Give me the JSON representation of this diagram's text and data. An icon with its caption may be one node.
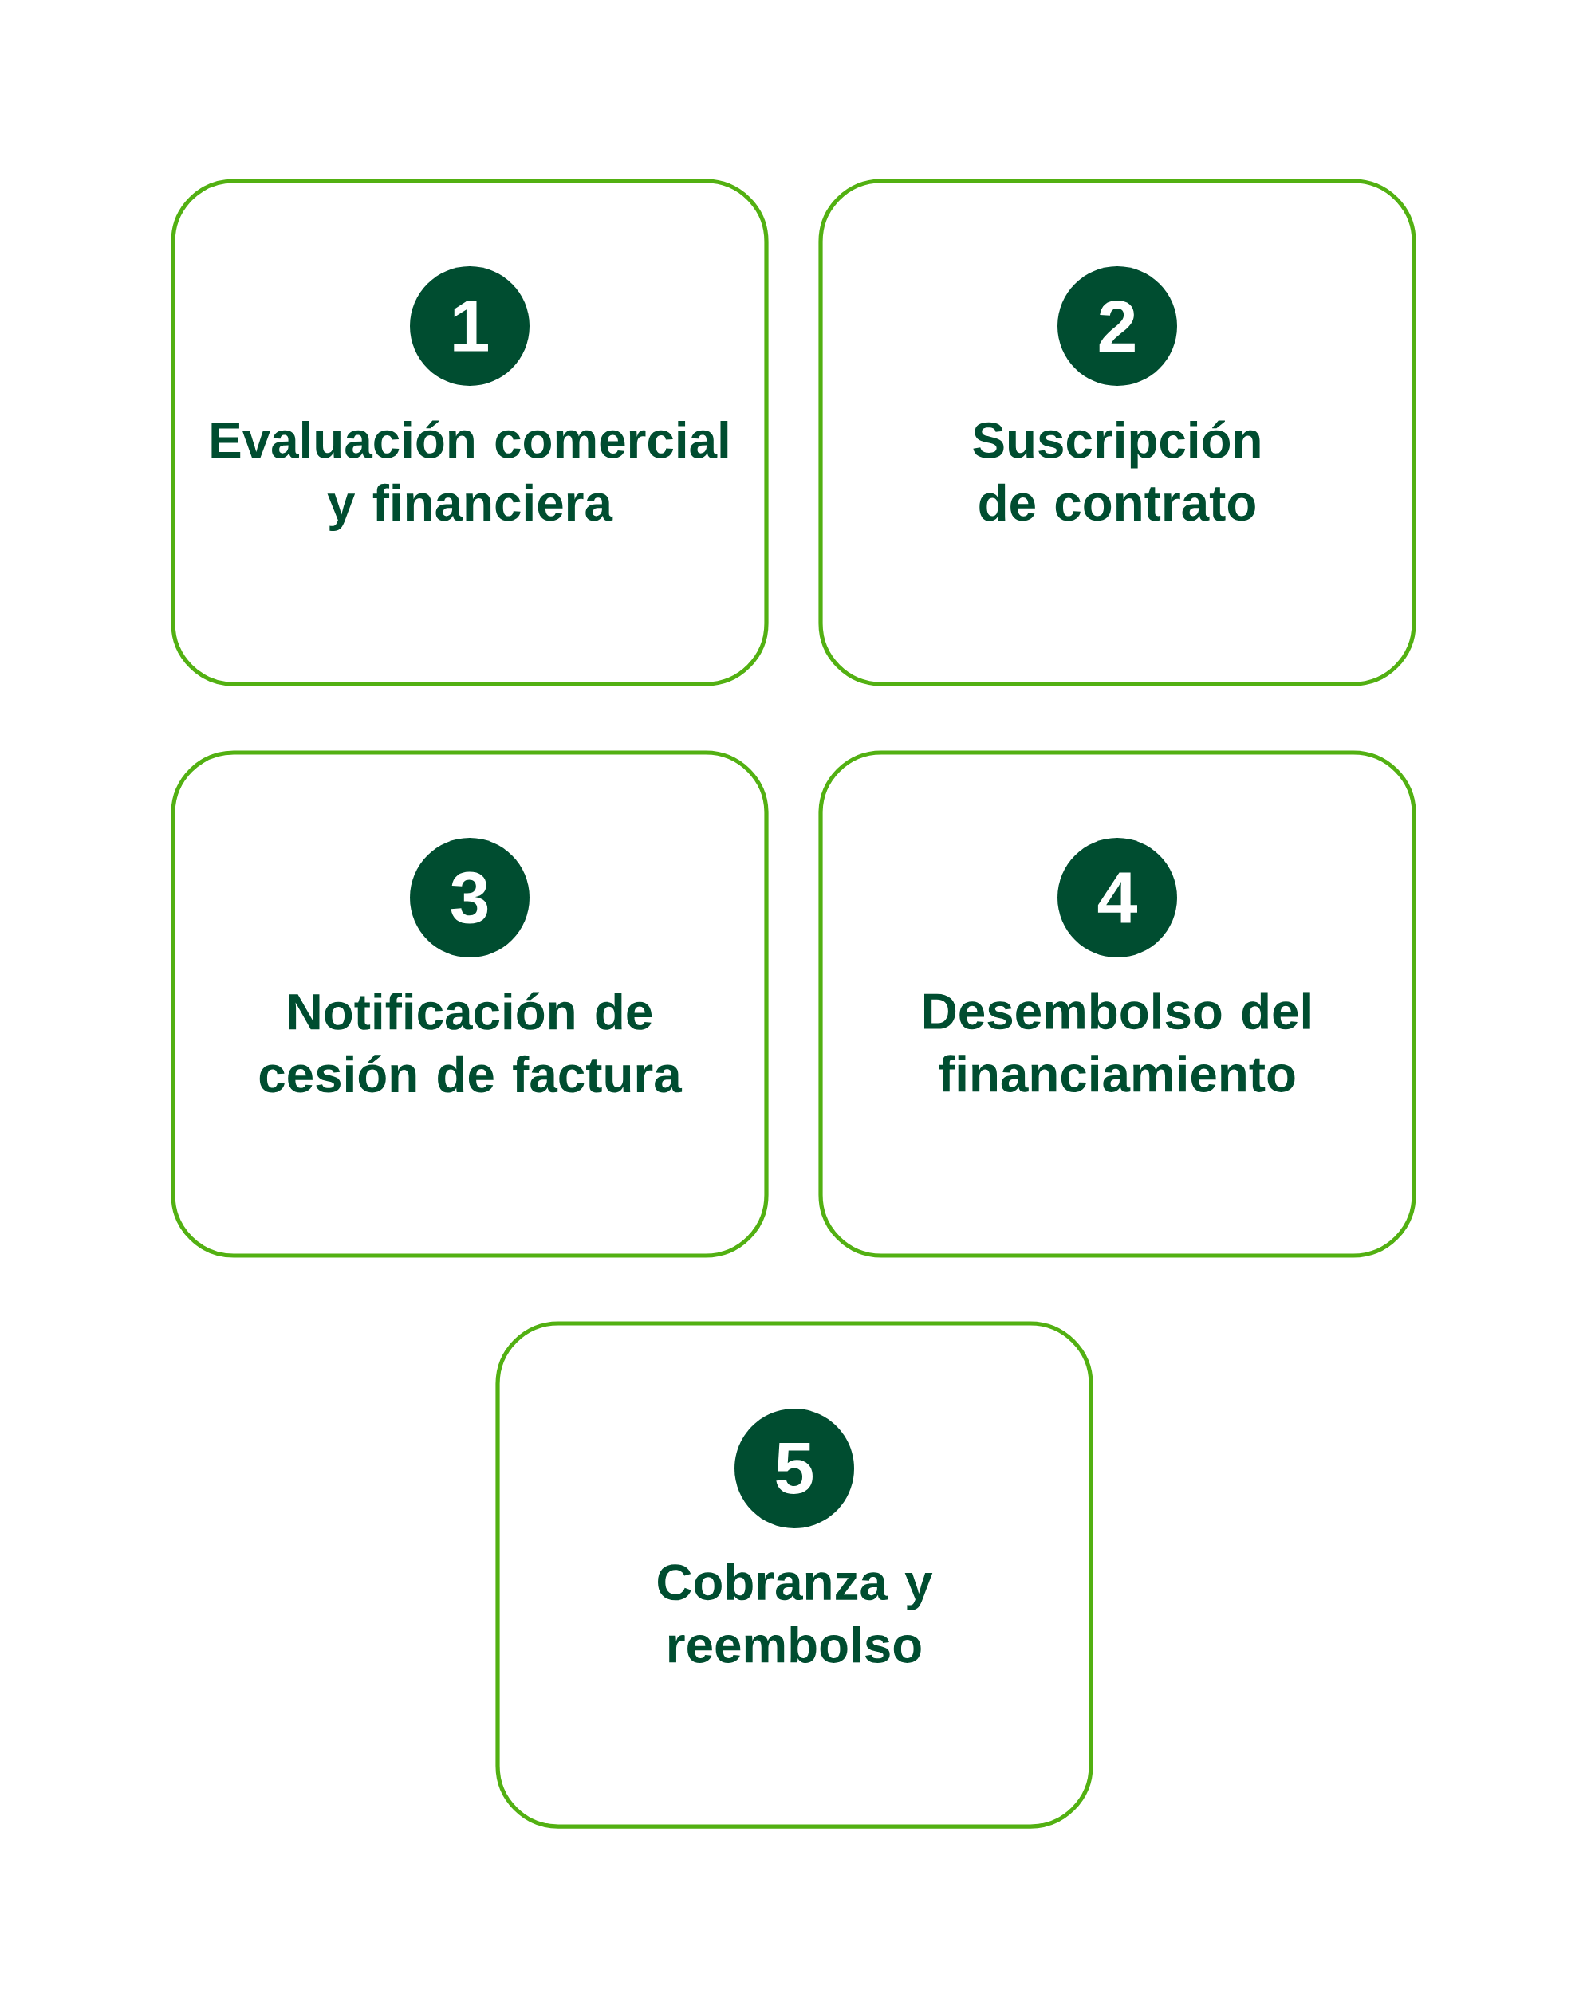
{
  "diagram": {
    "nodes": [
      {
        "text": [
          "Evaluación comercial y financiera"
        ]
      },
      {
        "text": [
          "1"
        ],
        "in": 0
      },
      {
        "text": [
          "Suscripción de contrato"
        ]
      },
      {
        "text": [
          "2"
        ],
        "in": 2
      },
      {
        "text": [
          "Notificación de cesión de factura"
        ]
      },
      {
        "text": [
          "3"
        ],
        "in": 4
      },
      {
        "text": [
          "Desembolso del financiamiento"
        ]
      },
      {
        "text": [
          "4"
        ],
        "in": 6
      },
      {
        "text": [
          "Cobranza y reembolso"
        ]
      },
      {
        "text": [
          "5"
        ],
        "in": 8
      }
    ]
  }
}
